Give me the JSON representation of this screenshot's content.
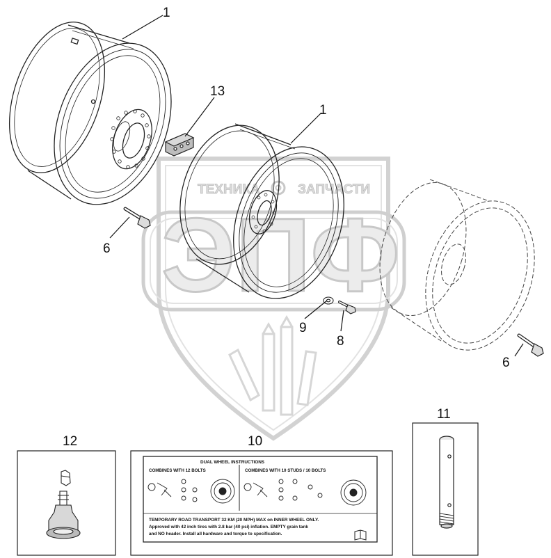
{
  "watermark": {
    "left_word": "ТЕХНИКА",
    "right_word": "ЗАПЧАСТИ",
    "big_letters": "ЭПФ"
  },
  "callouts": {
    "c1a": "1",
    "c1b": "1",
    "c13": "13",
    "c6a": "6",
    "c6b": "6",
    "c9": "9",
    "c8": "8",
    "c11": "11",
    "c12": "12",
    "c10": "10"
  },
  "decal": {
    "title": "DUAL WHEEL INSTRUCTIONS",
    "left_heading": "COMBINES WITH 12 BOLTS",
    "right_heading": "COMBINES WITH 10 STUDS / 10 BOLTS",
    "footer_line1": "TEMPORARY ROAD TRANSPORT 32 KM (20 MPH) MAX on INNER WHEEL ONLY.",
    "footer_line2": "Approved with 42 inch tires with 2.8 bar (40 psi) inflation. EMPTY grain tank",
    "footer_line3": "and NO header. Install all hardware and torque to specification."
  }
}
